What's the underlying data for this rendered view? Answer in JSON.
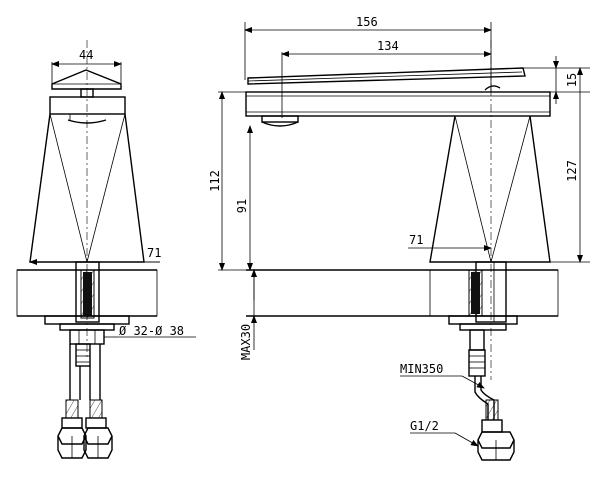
{
  "dimensions": {
    "top_width": "44",
    "base_width_left": "71",
    "hole_diameter": "Ø 32-Ø 38",
    "overall_length": "156",
    "spout_reach": "134",
    "lever_height": "15",
    "total_height": "127",
    "body_height": "112",
    "spout_height": "91",
    "base_width_right": "71",
    "max_thickness": "MAX30"
  },
  "notes": {
    "hose_length": "MIN350",
    "thread": "G1/2"
  }
}
